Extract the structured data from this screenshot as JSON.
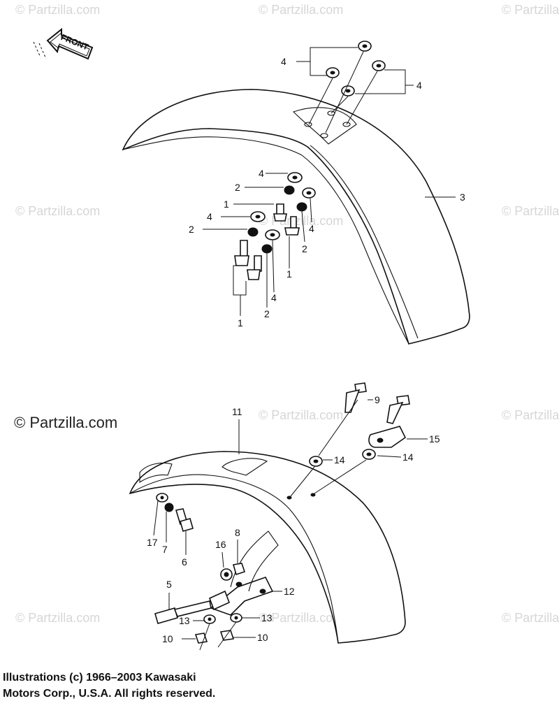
{
  "watermark": {
    "text": "© Partzilla.com"
  },
  "front_arrow": {
    "label": "FRONT"
  },
  "callouts": [
    "4",
    "4",
    "4",
    "2",
    "1",
    "4",
    "2",
    "4",
    "2",
    "1",
    "4",
    "2",
    "1",
    "3",
    "9",
    "15",
    "14",
    "14",
    "11",
    "17",
    "7",
    "6",
    "16",
    "8",
    "5",
    "12",
    "13",
    "13",
    "10",
    "10"
  ],
  "copyright": {
    "line1": "Illustrations (c) 1966–2003 Kawasaki",
    "line2": "Motors Corp., U.S.A.  All rights reserved."
  }
}
